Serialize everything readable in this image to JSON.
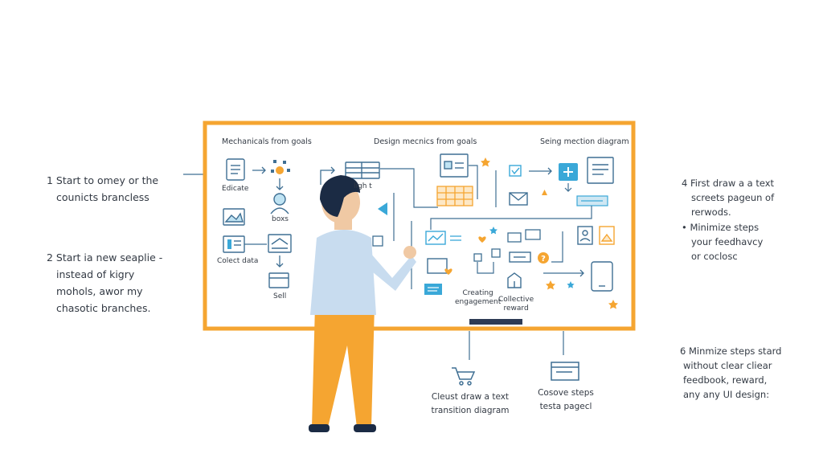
{
  "board": {
    "headers": [
      "Mechanicals from goals",
      "Design mecnics from goals",
      "Seing mection diagram"
    ],
    "labels": {
      "educate": "Edicate",
      "boxs": "boxs",
      "collect_data": "Colect data",
      "sell": "Sell",
      "design_light": "ligh t",
      "creating_engagement": [
        "Creating",
        "engagement"
      ],
      "collective_reward": [
        "Collective",
        "reward"
      ]
    }
  },
  "left_notes": [
    {
      "lines": [
        "1 Start to omey or the",
        "counicts brancless"
      ]
    },
    {
      "lines": [
        "2 Start ia new seaplie -",
        "instead of kigry",
        "mohols, awor my",
        "chasotic branches."
      ]
    }
  ],
  "right_notes": [
    {
      "lines": [
        "4 First draw a a text",
        "screets pageun of",
        "rerwods."
      ]
    },
    {
      "lines": [
        "• Minimize steps",
        "your feedhavcy",
        "or coclosс"
      ]
    },
    {
      "lines": [
        "6 Minmize steps stard",
        "without clear cliear",
        "feedbook, reward,",
        "any any UI design:"
      ]
    }
  ],
  "bottom_captions": [
    {
      "lines": [
        "Cleust draw a text",
        "transition diagram"
      ]
    },
    {
      "lines": [
        "Cosove steps",
        "testa pagecl"
      ]
    }
  ],
  "colors": {
    "accent": "#f5a531",
    "line": "#3f6f93",
    "icon_blue": "#3aa8d8",
    "shirt": "#c8dcef",
    "hair": "#1b2b44"
  }
}
